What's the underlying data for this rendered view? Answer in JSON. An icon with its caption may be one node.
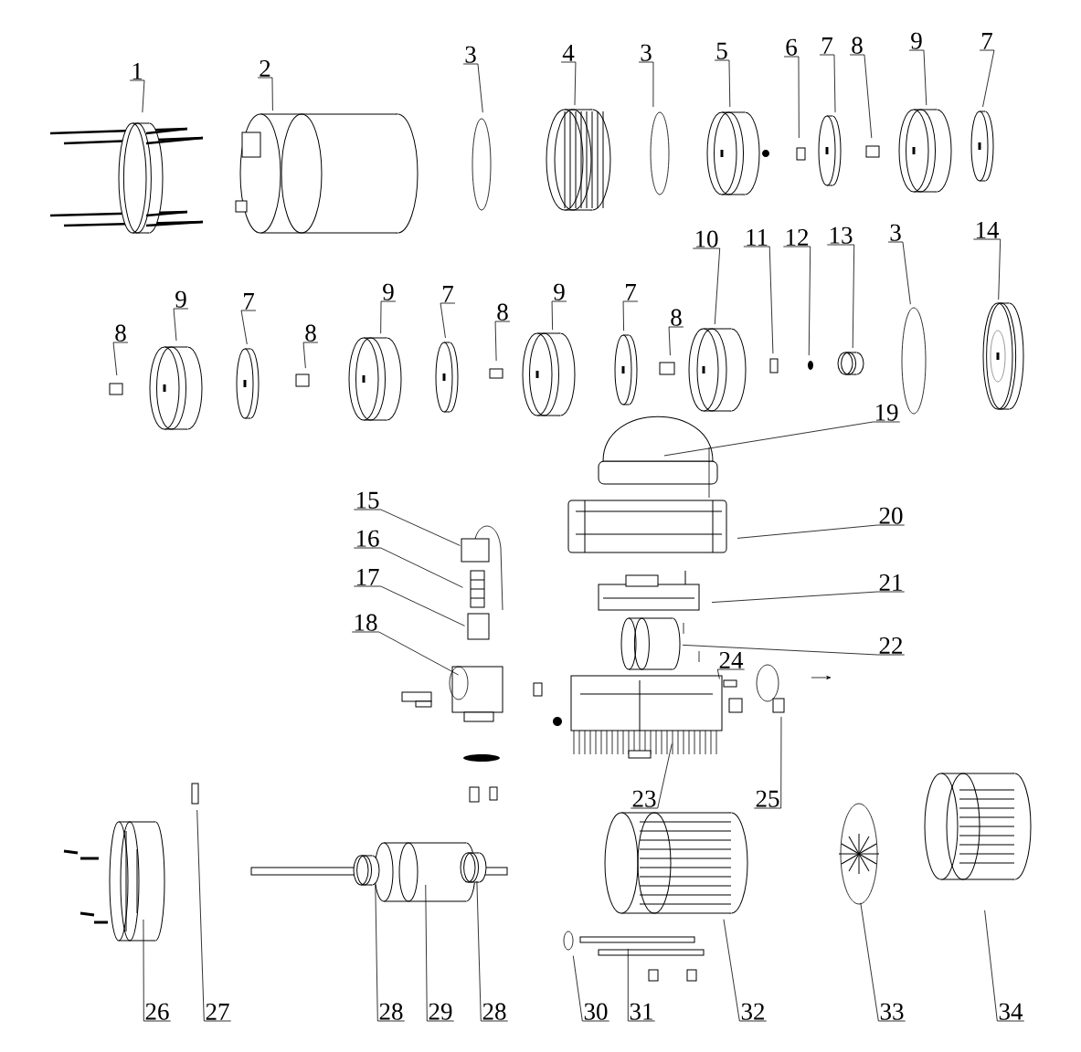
{
  "diagram": {
    "nodes": [
      {
        "text": [
          "1"
        ]
      },
      {
        "text": [
          "2"
        ]
      },
      {
        "text": [
          "3"
        ]
      },
      {
        "text": [
          "4"
        ]
      },
      {
        "text": [
          "3"
        ]
      },
      {
        "text": [
          "5"
        ]
      },
      {
        "text": [
          "6"
        ]
      },
      {
        "text": [
          "7"
        ]
      },
      {
        "text": [
          "8"
        ]
      },
      {
        "text": [
          "9"
        ]
      },
      {
        "text": [
          "7"
        ]
      },
      {
        "text": [
          "8"
        ]
      },
      {
        "text": [
          "9"
        ]
      },
      {
        "text": [
          "7"
        ]
      },
      {
        "text": [
          "8"
        ]
      },
      {
        "text": [
          "9"
        ]
      },
      {
        "text": [
          "7"
        ]
      },
      {
        "text": [
          "8"
        ]
      },
      {
        "text": [
          "9"
        ]
      },
      {
        "text": [
          "7"
        ]
      },
      {
        "text": [
          "8"
        ]
      },
      {
        "text": [
          "10"
        ]
      },
      {
        "text": [
          "11"
        ]
      },
      {
        "text": [
          "12"
        ]
      },
      {
        "text": [
          "13"
        ]
      },
      {
        "text": [
          "3"
        ]
      },
      {
        "text": [
          "14"
        ]
      },
      {
        "text": [
          "19"
        ]
      },
      {
        "text": [
          "15"
        ]
      },
      {
        "text": [
          "16"
        ]
      },
      {
        "text": [
          "17"
        ]
      },
      {
        "text": [
          "18"
        ]
      },
      {
        "text": [
          "20"
        ]
      },
      {
        "text": [
          "21"
        ]
      },
      {
        "text": [
          "22"
        ]
      },
      {
        "text": [
          "24"
        ]
      },
      {
        "text": [
          "23"
        ]
      },
      {
        "text": [
          "25"
        ]
      },
      {
        "text": [
          "26"
        ]
      },
      {
        "text": [
          "27"
        ]
      },
      {
        "text": [
          "28"
        ]
      },
      {
        "text": [
          "29"
        ]
      },
      {
        "text": [
          "28"
        ]
      },
      {
        "text": [
          "30"
        ]
      },
      {
        "text": [
          "31"
        ]
      },
      {
        "text": [
          "32"
        ]
      },
      {
        "text": [
          "33"
        ]
      },
      {
        "text": [
          "34"
        ]
      }
    ],
    "edges": [
      {
        "from": 0,
        "to": null,
        "arrow": "none"
      },
      {
        "from": 1,
        "to": null,
        "arrow": "none"
      },
      {
        "from": 2,
        "to": null,
        "arrow": "none"
      },
      {
        "from": 3,
        "to": null,
        "arrow": "none"
      },
      {
        "from": 4,
        "to": null,
        "arrow": "none"
      },
      {
        "from": 5,
        "to": null,
        "arrow": "none"
      },
      {
        "from": 6,
        "to": null,
        "arrow": "none"
      },
      {
        "from": 7,
        "to": null,
        "arrow": "none"
      },
      {
        "from": 8,
        "to": null,
        "arrow": "none"
      },
      {
        "from": 9,
        "to": null,
        "arrow": "none"
      },
      {
        "from": 10,
        "to": null,
        "arrow": "none"
      },
      {
        "from": 11,
        "to": null,
        "arrow": "none"
      },
      {
        "from": 12,
        "to": null,
        "arrow": "none"
      },
      {
        "from": 13,
        "to": null,
        "arrow": "none"
      },
      {
        "from": 14,
        "to": null,
        "arrow": "none"
      },
      {
        "from": 15,
        "to": null,
        "arrow": "none"
      },
      {
        "from": 16,
        "to": null,
        "arrow": "none"
      },
      {
        "from": 17,
        "to": null,
        "arrow": "none"
      },
      {
        "from": 18,
        "to": null,
        "arrow": "none"
      },
      {
        "from": 19,
        "to": null,
        "arrow": "none"
      },
      {
        "from": 20,
        "to": null,
        "arrow": "none"
      },
      {
        "from": 21,
        "to": null,
        "arrow": "none"
      },
      {
        "from": 22,
        "to": null,
        "arrow": "none"
      },
      {
        "from": 23,
        "to": null,
        "arrow": "none"
      },
      {
        "from": 24,
        "to": null,
        "arrow": "none"
      },
      {
        "from": 25,
        "to": null,
        "arrow": "none"
      },
      {
        "from": 26,
        "to": null,
        "arrow": "none"
      },
      {
        "from": 27,
        "to": null,
        "arrow": "none"
      },
      {
        "from": 28,
        "to": null,
        "arrow": "none"
      },
      {
        "from": 29,
        "to": null,
        "arrow": "none"
      },
      {
        "from": 30,
        "to": null,
        "arrow": "none"
      },
      {
        "from": 31,
        "to": null,
        "arrow": "none"
      },
      {
        "from": 32,
        "to": null,
        "arrow": "none"
      },
      {
        "from": 33,
        "to": null,
        "arrow": "none"
      },
      {
        "from": 34,
        "to": null,
        "arrow": "none"
      },
      {
        "from": 35,
        "to": null,
        "arrow": "none"
      },
      {
        "from": 36,
        "to": null,
        "arrow": "none"
      },
      {
        "from": 37,
        "to": null,
        "arrow": "none"
      },
      {
        "from": 38,
        "to": null,
        "arrow": "none"
      },
      {
        "from": 39,
        "to": null,
        "arrow": "none"
      },
      {
        "from": 40,
        "to": null,
        "arrow": "none"
      },
      {
        "from": 41,
        "to": null,
        "arrow": "none"
      },
      {
        "from": 42,
        "to": null,
        "arrow": "none"
      },
      {
        "from": 43,
        "to": null,
        "arrow": "none"
      },
      {
        "from": 44,
        "to": null,
        "arrow": "none"
      },
      {
        "from": 45,
        "to": null,
        "arrow": "none"
      },
      {
        "from": 46,
        "to": null,
        "arrow": "none"
      },
      {
        "from": 47,
        "to": null,
        "arrow": "none"
      }
    ]
  }
}
